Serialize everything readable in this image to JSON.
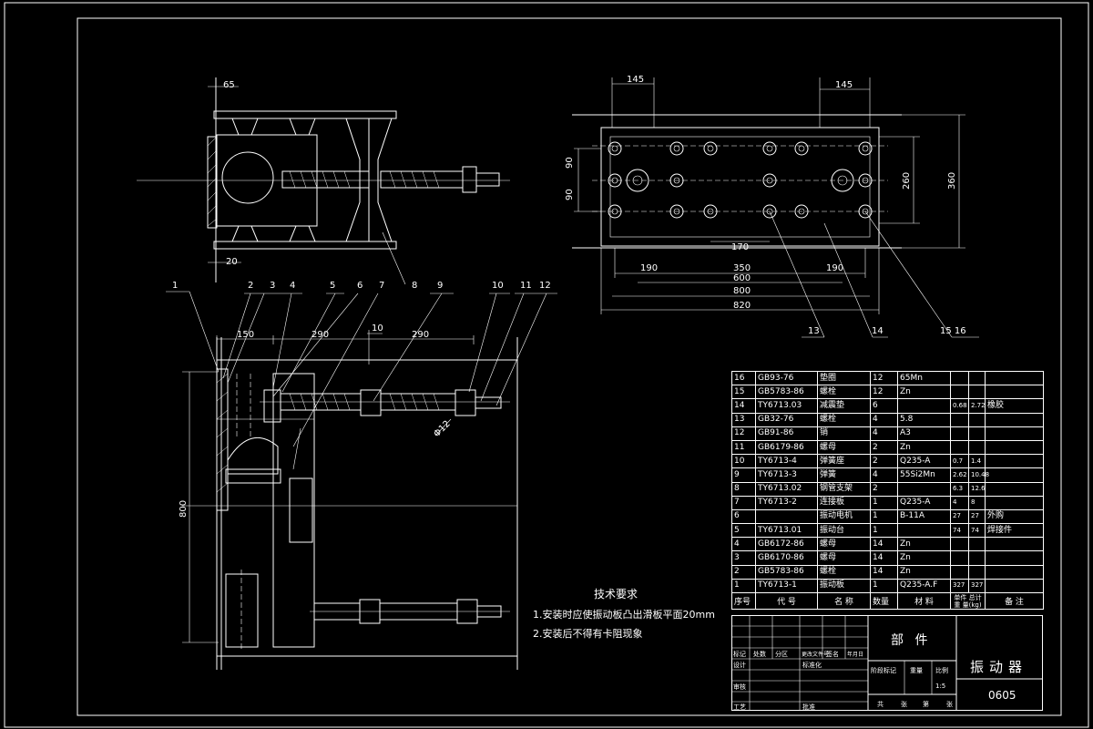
{
  "drawing": {
    "title": "振动器",
    "subtitle": "部 件",
    "drawing_no": "0605",
    "scale": "1:5"
  },
  "views": {
    "top_left_dims": [
      "65",
      "20"
    ],
    "top_right_dims": [
      "145",
      "145",
      "90",
      "90",
      "260",
      "360",
      "170",
      "190",
      "350",
      "190",
      "600",
      "800",
      "820"
    ],
    "top_right_balloons": [
      "13",
      "14",
      "15 16"
    ],
    "bottom_left_balloons": [
      "1",
      "2",
      "3",
      "4",
      "5",
      "6",
      "7",
      "8",
      "9",
      "10",
      "11",
      "12"
    ],
    "bottom_left_dims": [
      "150",
      "290",
      "10",
      "290",
      "800",
      "Φ12"
    ]
  },
  "notes": {
    "heading": "技术要求",
    "items": [
      "1.安装时应使振动板凸出滑板平面20mm",
      "2.安装后不得有卡阻现象"
    ]
  },
  "bom": {
    "rows": [
      {
        "no": "16",
        "code": "GB93-76",
        "name": "垫圈",
        "qty": "12",
        "material": "65Mn",
        "unit": "",
        "total": "",
        "note": ""
      },
      {
        "no": "15",
        "code": "GB5783-86",
        "name": "螺栓",
        "qty": "12",
        "material": "Zn",
        "unit": "",
        "total": "",
        "note": ""
      },
      {
        "no": "14",
        "code": "TY6713.03",
        "name": "减震垫",
        "qty": "6",
        "material": "",
        "unit": "0.68",
        "total": "2.72",
        "note": "橡胶"
      },
      {
        "no": "13",
        "code": "GB32-76",
        "name": "螺栓",
        "qty": "4",
        "material": "5.8",
        "unit": "",
        "total": "",
        "note": ""
      },
      {
        "no": "12",
        "code": "GB91-86",
        "name": "销",
        "qty": "4",
        "material": "A3",
        "unit": "",
        "total": "",
        "note": ""
      },
      {
        "no": "11",
        "code": "GB6179-86",
        "name": "螺母",
        "qty": "2",
        "material": "Zn",
        "unit": "",
        "total": "",
        "note": ""
      },
      {
        "no": "10",
        "code": "TY6713-4",
        "name": "弹簧座",
        "qty": "2",
        "material": "Q235-A",
        "unit": "0.7",
        "total": "1.4",
        "note": ""
      },
      {
        "no": "9",
        "code": "TY6713-3",
        "name": "弹簧",
        "qty": "4",
        "material": "55Si2Mn",
        "unit": "2.62",
        "total": "10.48",
        "note": ""
      },
      {
        "no": "8",
        "code": "TY6713.02",
        "name": "钢管支架",
        "qty": "2",
        "material": "",
        "unit": "6.3",
        "total": "12.6",
        "note": ""
      },
      {
        "no": "7",
        "code": "TY6713-2",
        "name": "连接板",
        "qty": "1",
        "material": "Q235-A",
        "unit": "4",
        "total": "8",
        "note": ""
      },
      {
        "no": "6",
        "code": "",
        "name": "振动电机",
        "qty": "1",
        "material": "B-11A",
        "unit": "27",
        "total": "27",
        "note": "外购"
      },
      {
        "no": "5",
        "code": "TY6713.01",
        "name": "振动台",
        "qty": "1",
        "material": "",
        "unit": "74",
        "total": "74",
        "note": "焊接件"
      },
      {
        "no": "4",
        "code": "GB6172-86",
        "name": "螺母",
        "qty": "14",
        "material": "Zn",
        "unit": "",
        "total": "",
        "note": ""
      },
      {
        "no": "3",
        "code": "GB6170-86",
        "name": "螺母",
        "qty": "14",
        "material": "Zn",
        "unit": "",
        "total": "",
        "note": ""
      },
      {
        "no": "2",
        "code": "GB5783-86",
        "name": "螺栓",
        "qty": "14",
        "material": "Zn",
        "unit": "",
        "total": "",
        "note": ""
      },
      {
        "no": "1",
        "code": "TY6713-1",
        "name": "振动板",
        "qty": "1",
        "material": "Q235-A.F",
        "unit": "327",
        "total": "327",
        "note": ""
      }
    ],
    "header": {
      "no": "序号",
      "code": "代 号",
      "name": "名 称",
      "qty": "数量",
      "material": "材 料",
      "weight": "单件 总计",
      "weight2": "重 量(kg)",
      "note": "备 注"
    }
  },
  "title_block": {
    "labels": [
      "标记",
      "处数",
      "分区",
      "更改文件号",
      "签名",
      "年月日",
      "设计",
      "标准化",
      "审核",
      "工艺",
      "批准",
      "阶段标记",
      "重量",
      "比例",
      "共",
      "张",
      "第",
      "张"
    ]
  }
}
